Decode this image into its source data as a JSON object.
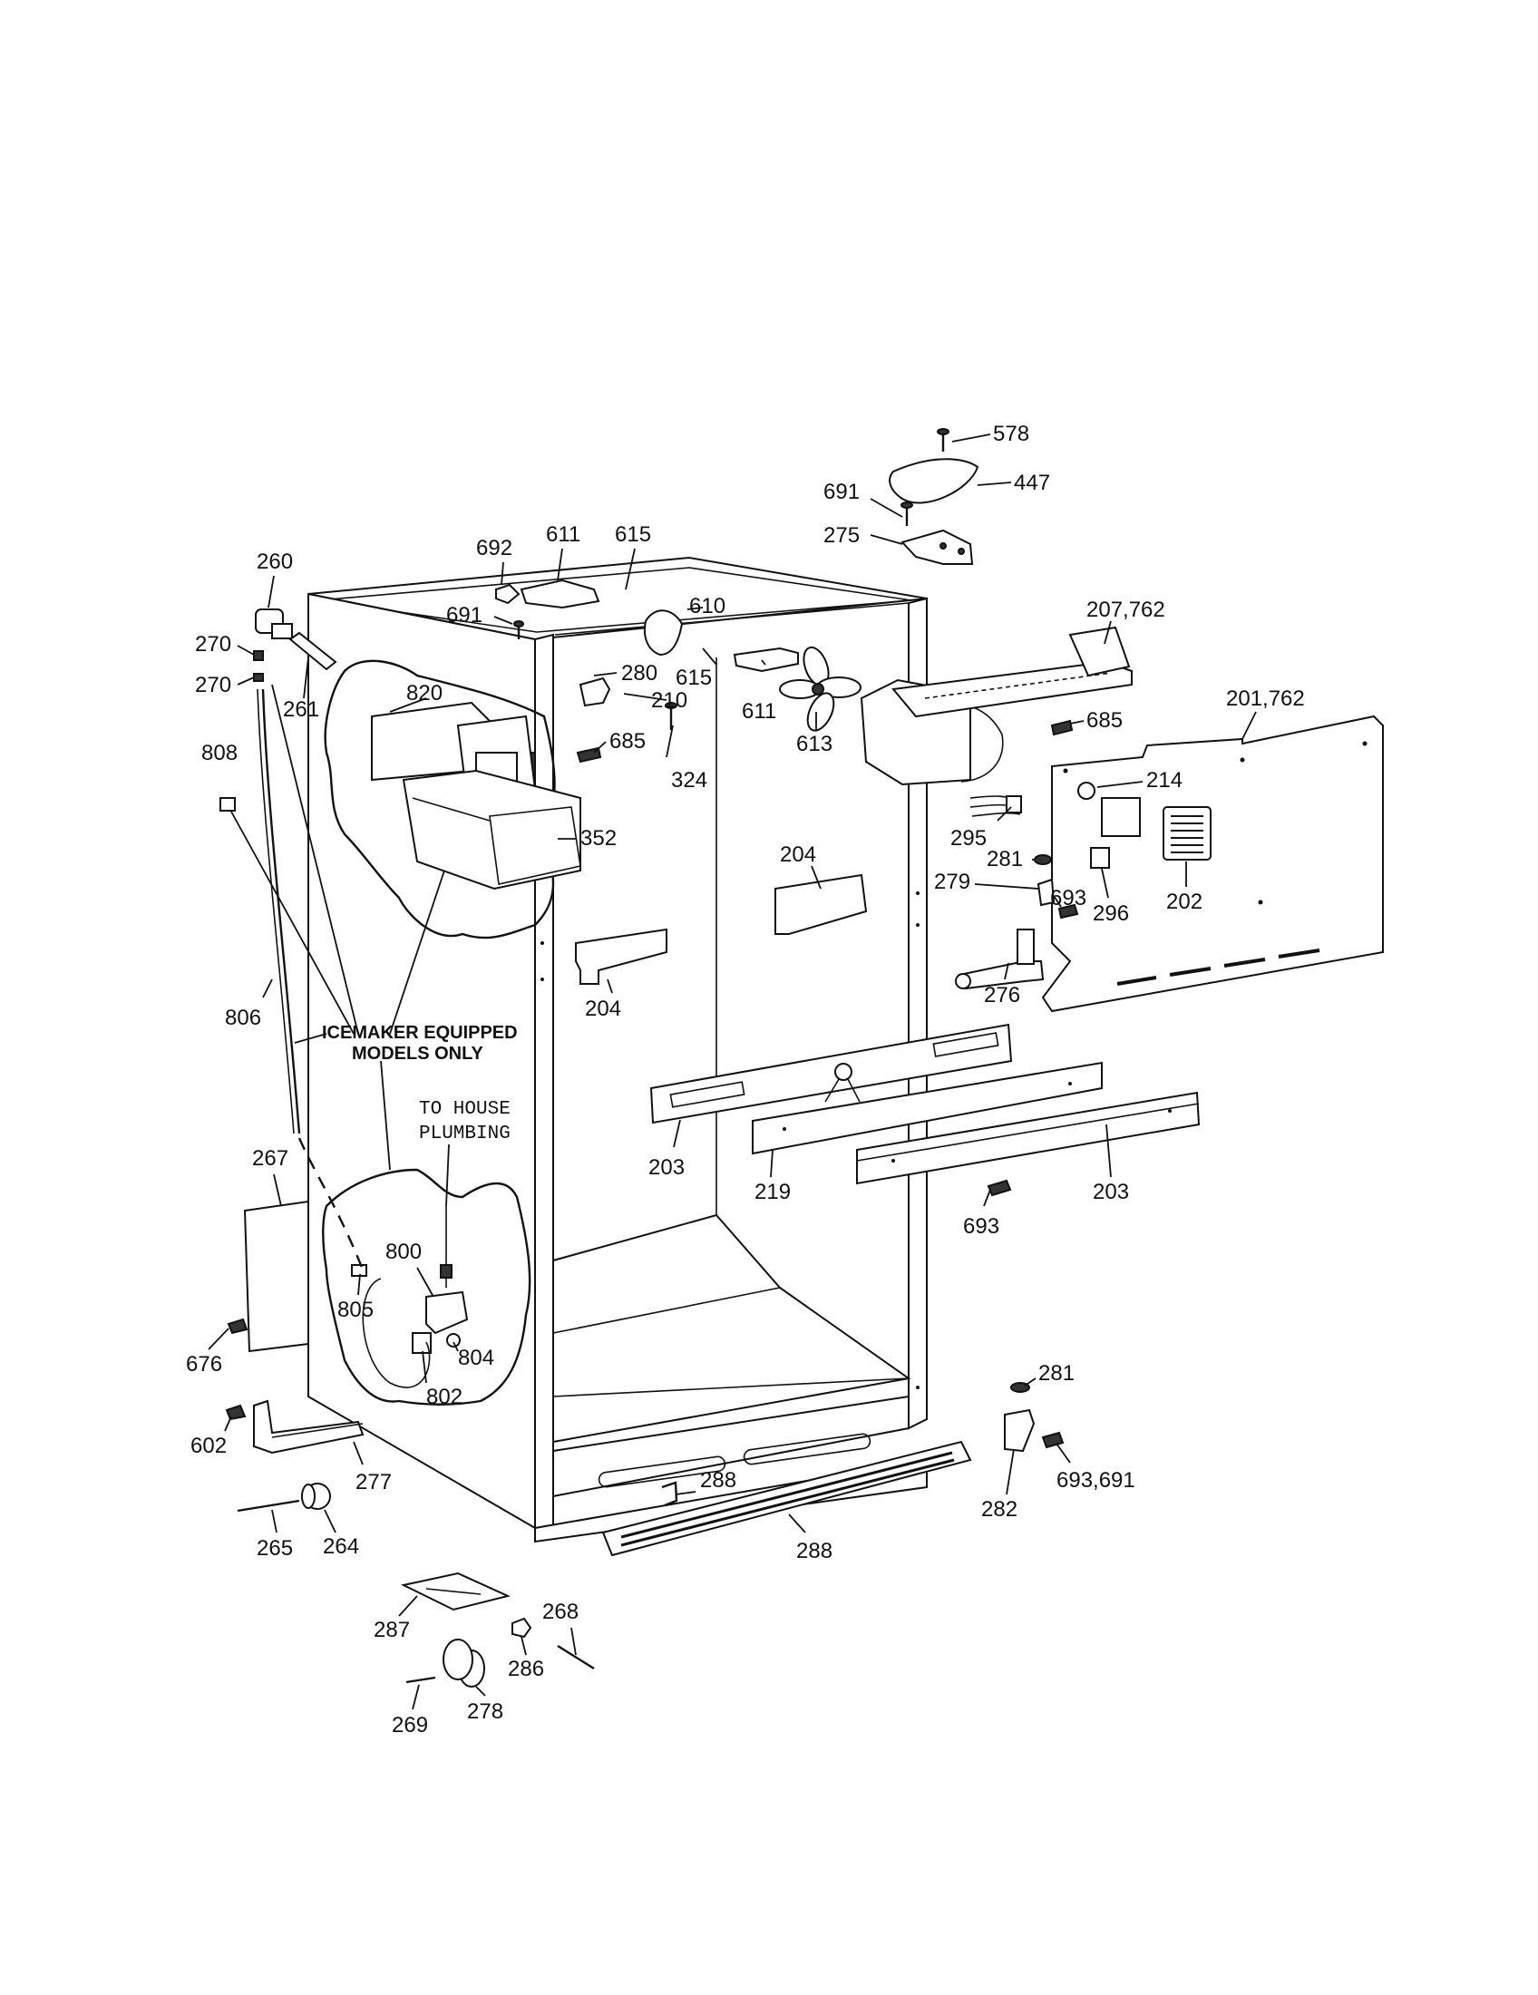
{
  "diagram": {
    "note": {
      "line1": "ICEMAKER EQUIPPED",
      "line2": "MODELS ONLY"
    },
    "plumbing": {
      "line1": "TO HOUSE",
      "line2": "PLUMBING"
    },
    "callouts": [
      {
        "id": "c578",
        "label": "578"
      },
      {
        "id": "c447",
        "label": "447"
      },
      {
        "id": "c691a",
        "label": "691"
      },
      {
        "id": "c275",
        "label": "275"
      },
      {
        "id": "c692",
        "label": "692"
      },
      {
        "id": "c611a",
        "label": "611"
      },
      {
        "id": "c615a",
        "label": "615"
      },
      {
        "id": "c260",
        "label": "260"
      },
      {
        "id": "c691b",
        "label": "691"
      },
      {
        "id": "c610",
        "label": "610"
      },
      {
        "id": "c207",
        "label": "207,762"
      },
      {
        "id": "c270a",
        "label": "270"
      },
      {
        "id": "c270b",
        "label": "270"
      },
      {
        "id": "c261",
        "label": "261"
      },
      {
        "id": "c820",
        "label": "820"
      },
      {
        "id": "c280",
        "label": "280"
      },
      {
        "id": "c615b",
        "label": "615"
      },
      {
        "id": "c611b",
        "label": "611"
      },
      {
        "id": "c210",
        "label": "210"
      },
      {
        "id": "c613",
        "label": "613"
      },
      {
        "id": "c685a",
        "label": "685"
      },
      {
        "id": "c201",
        "label": "201,762"
      },
      {
        "id": "c808",
        "label": "808"
      },
      {
        "id": "c685b",
        "label": "685"
      },
      {
        "id": "c324",
        "label": "324"
      },
      {
        "id": "c214",
        "label": "214"
      },
      {
        "id": "c295",
        "label": "295"
      },
      {
        "id": "c352",
        "label": "352"
      },
      {
        "id": "c204a",
        "label": "204"
      },
      {
        "id": "c281a",
        "label": "281"
      },
      {
        "id": "c279",
        "label": "279"
      },
      {
        "id": "c693a",
        "label": "693"
      },
      {
        "id": "c202",
        "label": "202"
      },
      {
        "id": "c296",
        "label": "296"
      },
      {
        "id": "c276",
        "label": "276"
      },
      {
        "id": "c204b",
        "label": "204"
      },
      {
        "id": "c806",
        "label": "806"
      },
      {
        "id": "c203a",
        "label": "203"
      },
      {
        "id": "c219",
        "label": "219"
      },
      {
        "id": "c203b",
        "label": "203"
      },
      {
        "id": "c693b",
        "label": "693"
      },
      {
        "id": "c267",
        "label": "267"
      },
      {
        "id": "c800",
        "label": "800"
      },
      {
        "id": "c805",
        "label": "805"
      },
      {
        "id": "c804",
        "label": "804"
      },
      {
        "id": "c802",
        "label": "802"
      },
      {
        "id": "c676",
        "label": "676"
      },
      {
        "id": "c281b",
        "label": "281"
      },
      {
        "id": "c602",
        "label": "602"
      },
      {
        "id": "c277",
        "label": "277"
      },
      {
        "id": "c288a",
        "label": "288"
      },
      {
        "id": "c282",
        "label": "282"
      },
      {
        "id": "c693c",
        "label": "693,691"
      },
      {
        "id": "c265",
        "label": "265"
      },
      {
        "id": "c264",
        "label": "264"
      },
      {
        "id": "c288b",
        "label": "288"
      },
      {
        "id": "c268",
        "label": "268"
      },
      {
        "id": "c287",
        "label": "287"
      },
      {
        "id": "c286",
        "label": "286"
      },
      {
        "id": "c269",
        "label": "269"
      },
      {
        "id": "c278",
        "label": "278"
      }
    ]
  }
}
